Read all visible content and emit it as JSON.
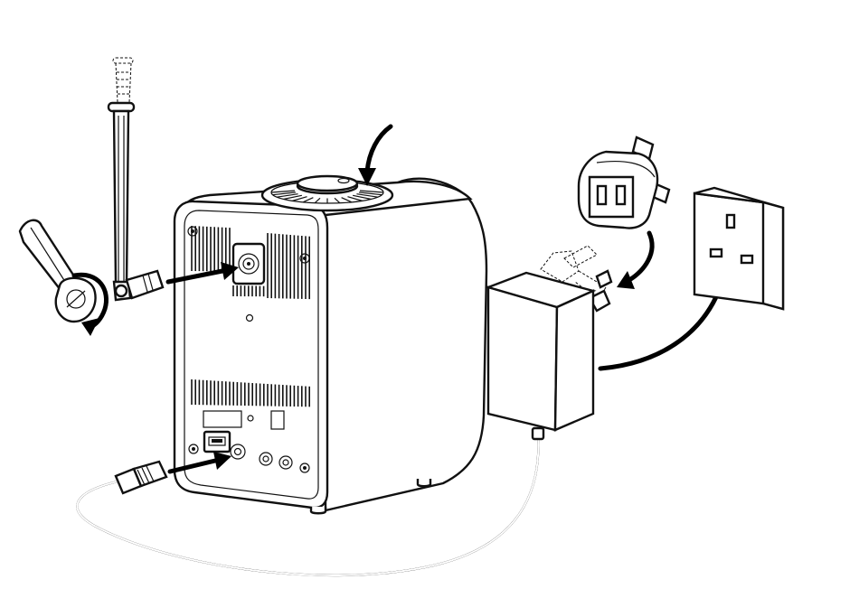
{
  "illustration": {
    "components": {
      "radio_unit": "radio-unit",
      "antenna": "telescopic-antenna",
      "antenna_tool": "antenna-wrench",
      "power_adapter": "power-adapter",
      "uk_plug": "uk-plug-adapter",
      "wall_socket": "wall-socket",
      "dc_cable": "dc-power-cable"
    },
    "colors": {
      "line": "#111111",
      "background": "#ffffff",
      "arrow": "#000000"
    }
  }
}
